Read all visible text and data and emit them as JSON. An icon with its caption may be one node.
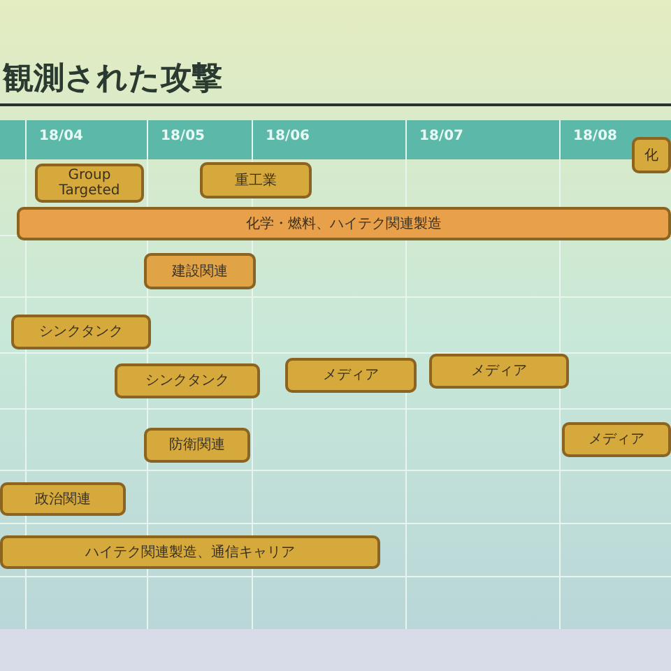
{
  "diagram": {
    "title": "観測された攻撃",
    "nodes": [
      {
        "text": [
          "Group Targeted"
        ]
      },
      {
        "text": [
          "重工業"
        ]
      },
      {
        "text": [
          "化"
        ]
      },
      {
        "text": [
          "化学・燃料、ハイテク関連製造"
        ]
      },
      {
        "text": [
          "建設関連"
        ]
      },
      {
        "text": [
          "シンクタンク"
        ]
      },
      {
        "text": [
          "シンクタンク"
        ]
      },
      {
        "text": [
          "メディア"
        ]
      },
      {
        "text": [
          "メディア"
        ]
      },
      {
        "text": [
          "防衛関連"
        ]
      },
      {
        "text": [
          "メディア"
        ]
      },
      {
        "text": [
          "政治関連"
        ]
      },
      {
        "text": [
          "ハイテク関連製造、通信キャリア"
        ]
      }
    ],
    "labels": [
      "18/04",
      "18/05",
      "18/06",
      "18/07",
      "18/08"
    ]
  }
}
